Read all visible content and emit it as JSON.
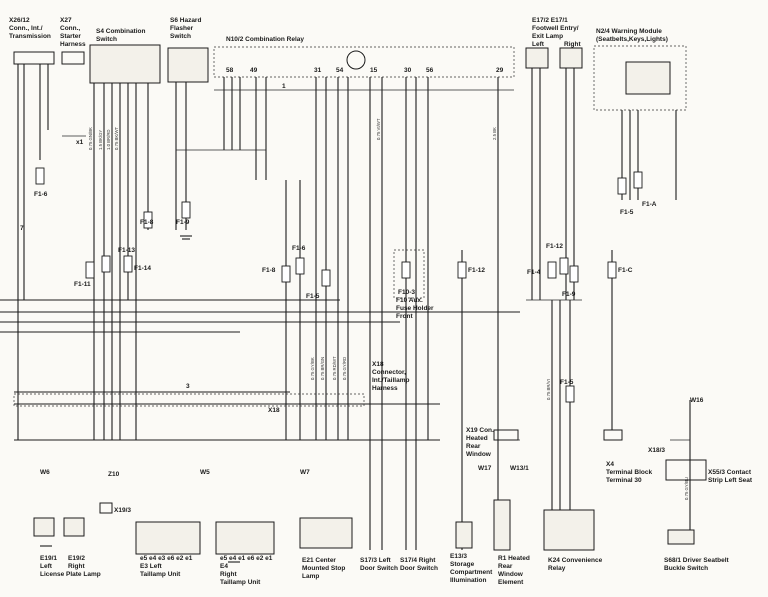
{
  "components": {
    "x26": [
      "X26/12",
      "Conn., Int./",
      "Transmission"
    ],
    "x27": [
      "X27",
      "Conn.,",
      "Starter",
      "Harness"
    ],
    "s4": [
      "S4 Combination",
      "Switch"
    ],
    "s6": [
      "S6 Hazard",
      "Flasher",
      "Switch"
    ],
    "n10": "N10/2 Combination Relay",
    "e17": [
      "E17/2 E17/1",
      "Footwell Entry/",
      "Exit Lamp",
      "Left",
      "Right"
    ],
    "n2": [
      "N2/4 Warning Module",
      "(Seatbelts,Keys,Lights)"
    ],
    "x18": [
      "X18",
      "Connector,",
      "Int./Taillamp",
      "Harness"
    ],
    "x19": [
      "X19 Con.",
      "Heated",
      "Rear",
      "Window"
    ],
    "x4": [
      "X4",
      "Terminal Block",
      "Terminal 30"
    ],
    "x55": [
      "X55/3 Contact",
      "Strip Left Seat"
    ],
    "f10": [
      "F10 Aux.",
      "Fuse Holder",
      "Front"
    ],
    "e19": [
      "E19/1",
      "Left",
      "License Plate Lamp"
    ],
    "e19r": [
      "E19/2",
      "Right"
    ],
    "e3": [
      "e5 e4 e3 e6 e2 e1",
      "E3 Left",
      "Taillamp Unit"
    ],
    "e4": [
      "e5 e4 e1 e6 e2 e1",
      "E4",
      "Right",
      "Taillamp Unit"
    ],
    "e21": [
      "E21 Center",
      "Mounted Stop",
      "Lamp"
    ],
    "s17_3": [
      "S17/3 Left",
      "Door Switch"
    ],
    "s17_4": [
      "S17/4 Right",
      "Door Switch"
    ],
    "e13": [
      "E13/3",
      "Storage",
      "Compartment",
      "Illumination"
    ],
    "r1": [
      "R1 Heated",
      "Rear",
      "Window",
      "Element"
    ],
    "k24": [
      "K24 Convenience",
      "Relay"
    ],
    "s68": [
      "S68/1 Driver Seatbelt",
      "Buckle Switch"
    ]
  },
  "fuses": [
    "F1-6",
    "F1-8",
    "F1-9",
    "F1-11",
    "F1-13",
    "F1-14",
    "F1-6",
    "F1-8",
    "F1-5",
    "F1-12",
    "F1-4",
    "F1-12",
    "F1-9",
    "F1-C",
    "F1-A",
    "F1-5",
    "F10-3",
    "F1-5"
  ],
  "connectors": [
    "x1",
    "X18",
    "X19/3",
    "X18/3",
    "W17",
    "W13/1",
    "W16",
    "W6",
    "W7",
    "Z10",
    "W5"
  ],
  "wires": [
    "0.75 GN/BK",
    "1.5 BK/GY",
    "1.0 BR/RD",
    "0.75 BK/WT",
    "0.75 GY/BK",
    "0.75 BR/GN",
    "0.75 RD/WT",
    "0.75 GY/RD",
    "2.5 BK",
    "0.75 VI/WT",
    "0.75 BR/VI",
    "0.75 GY/BU"
  ],
  "terminals": [
    "1",
    "3",
    "7",
    "31",
    "54",
    "58",
    "15",
    "30",
    "49",
    "56",
    "29"
  ]
}
